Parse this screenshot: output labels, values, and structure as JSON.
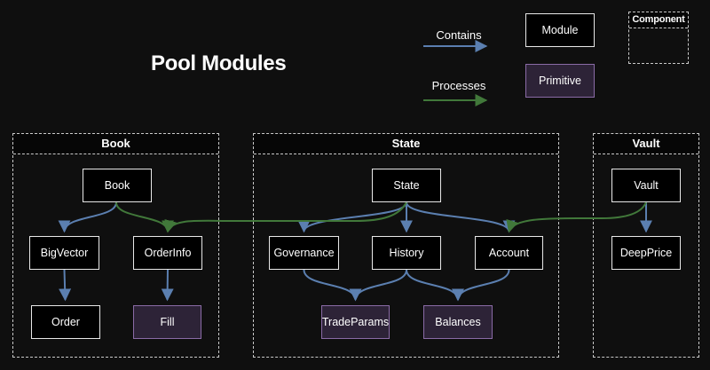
{
  "title": "Pool Modules",
  "legend": {
    "contains_label": "Contains",
    "processes_label": "Processes",
    "module_label": "Module",
    "primitive_label": "Primitive",
    "component_label": "Component"
  },
  "colors": {
    "contains_blue": "#5b7fb0",
    "processes_green": "#41783a",
    "module_fill": "#000000",
    "module_border": "#e8e8e8",
    "primitive_fill": "#2d2337",
    "primitive_border": "#8a6ba6",
    "background": "#0f0f0f",
    "dashed_border": "#c9c9c9"
  },
  "containers": [
    {
      "id": "book",
      "label": "Book"
    },
    {
      "id": "state",
      "label": "State"
    },
    {
      "id": "vault",
      "label": "Vault"
    }
  ],
  "nodes": [
    {
      "id": "book",
      "label": "Book",
      "type": "module"
    },
    {
      "id": "bigvector",
      "label": "BigVector",
      "type": "module"
    },
    {
      "id": "orderinfo",
      "label": "OrderInfo",
      "type": "module"
    },
    {
      "id": "order",
      "label": "Order",
      "type": "module"
    },
    {
      "id": "fill",
      "label": "Fill",
      "type": "primitive"
    },
    {
      "id": "state",
      "label": "State",
      "type": "module"
    },
    {
      "id": "governance",
      "label": "Governance",
      "type": "module"
    },
    {
      "id": "history",
      "label": "History",
      "type": "module"
    },
    {
      "id": "account",
      "label": "Account",
      "type": "module"
    },
    {
      "id": "tradeparams",
      "label": "TradeParams",
      "type": "primitive"
    },
    {
      "id": "balances",
      "label": "Balances",
      "type": "primitive"
    },
    {
      "id": "vault",
      "label": "Vault",
      "type": "module"
    },
    {
      "id": "deepprice",
      "label": "DeepPrice",
      "type": "module"
    }
  ],
  "edges": [
    {
      "from": "book",
      "to": "bigvector",
      "type": "contains"
    },
    {
      "from": "bigvector",
      "to": "order",
      "type": "contains"
    },
    {
      "from": "orderinfo",
      "to": "fill",
      "type": "contains"
    },
    {
      "from": "state",
      "to": "governance",
      "type": "contains"
    },
    {
      "from": "state",
      "to": "history",
      "type": "contains"
    },
    {
      "from": "state",
      "to": "account",
      "type": "contains"
    },
    {
      "from": "governance",
      "to": "tradeparams",
      "type": "contains"
    },
    {
      "from": "history",
      "to": "tradeparams",
      "type": "contains"
    },
    {
      "from": "history",
      "to": "balances",
      "type": "contains"
    },
    {
      "from": "account",
      "to": "balances",
      "type": "contains"
    },
    {
      "from": "vault",
      "to": "deepprice",
      "type": "contains"
    },
    {
      "from": "book",
      "to": "orderinfo",
      "type": "processes"
    },
    {
      "from": "state",
      "to": "orderinfo",
      "type": "processes"
    },
    {
      "from": "vault",
      "to": "account",
      "type": "processes"
    }
  ]
}
